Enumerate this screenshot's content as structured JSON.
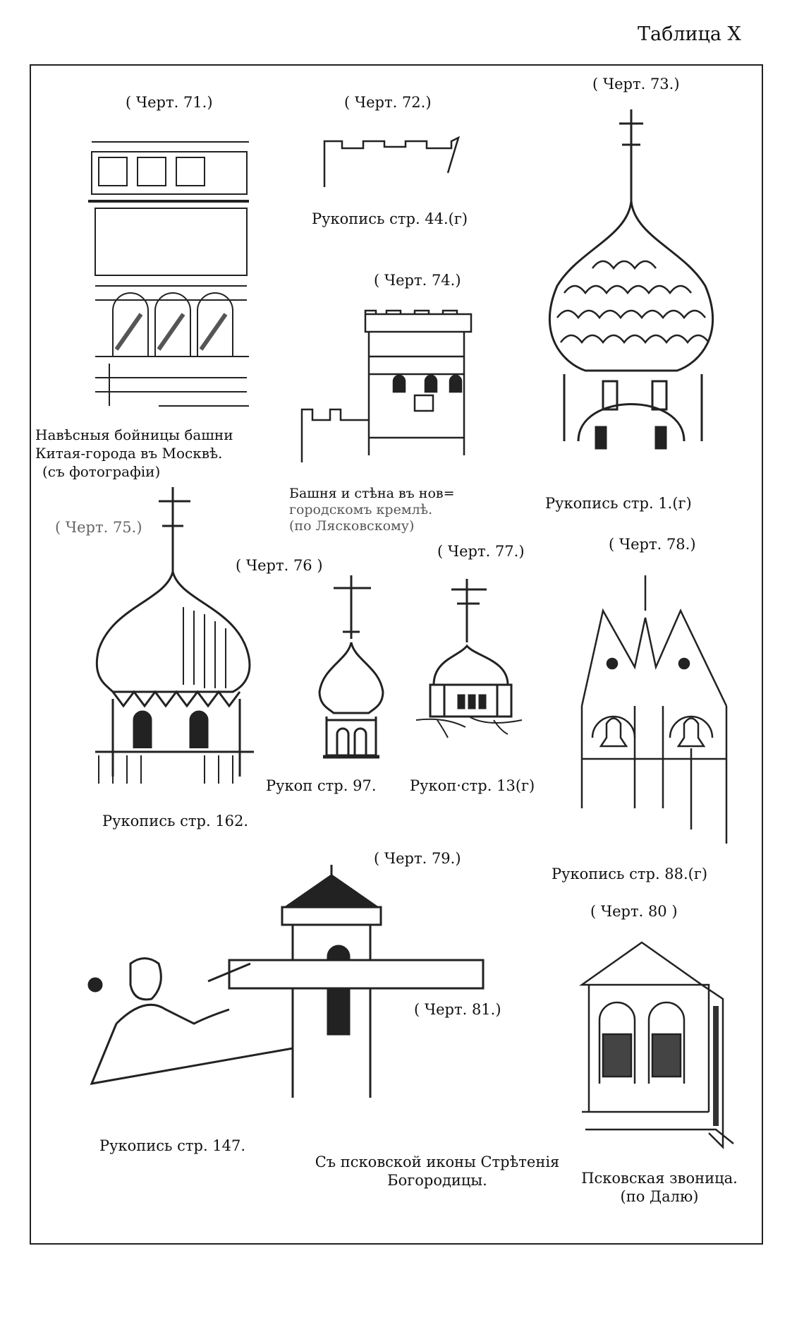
{
  "plate_title": "Таблица X",
  "figures": [
    {
      "label": "( Черт. 71.)",
      "caption": [
        "Навѣсныя бойницы башни",
        "Китая-города въ Москвѣ.",
        "(съ фотографіи)"
      ]
    },
    {
      "label": "( Черт. 72.)",
      "caption": [
        "Рукопись стр. 44.(г)"
      ]
    },
    {
      "label": "( Черт. 73.)",
      "caption": [
        "Рукопись стр. 1.(г)"
      ]
    },
    {
      "label": "( Черт. 74.)",
      "caption": [
        "Башня и стѣна въ нов=",
        "городскомъ кремлѣ.",
        "(по Лясковскому)"
      ]
    },
    {
      "label": "( Черт. 75.)",
      "caption": [
        "Рукопись стр. 162."
      ]
    },
    {
      "label": "( Черт. 76 )",
      "caption": [
        "Рукоп стр. 97."
      ]
    },
    {
      "label": "( Черт. 77.)",
      "caption": [
        "Рукоп·стр. 13(г)"
      ]
    },
    {
      "label": "( Черт. 78.)",
      "caption": [
        "Рукопись стр. 88.(г)"
      ]
    },
    {
      "label": "( Черт. 79.)",
      "caption": [
        "Рукопись стр. 147."
      ]
    },
    {
      "label": "( Черт. 80 )",
      "caption": [
        "Псковская звоница.",
        "(по Далю)"
      ]
    },
    {
      "label": "( Черт. 81.)",
      "caption": [
        "Съ псковской иконы Стрѣтенія",
        "Богородицы."
      ]
    }
  ]
}
